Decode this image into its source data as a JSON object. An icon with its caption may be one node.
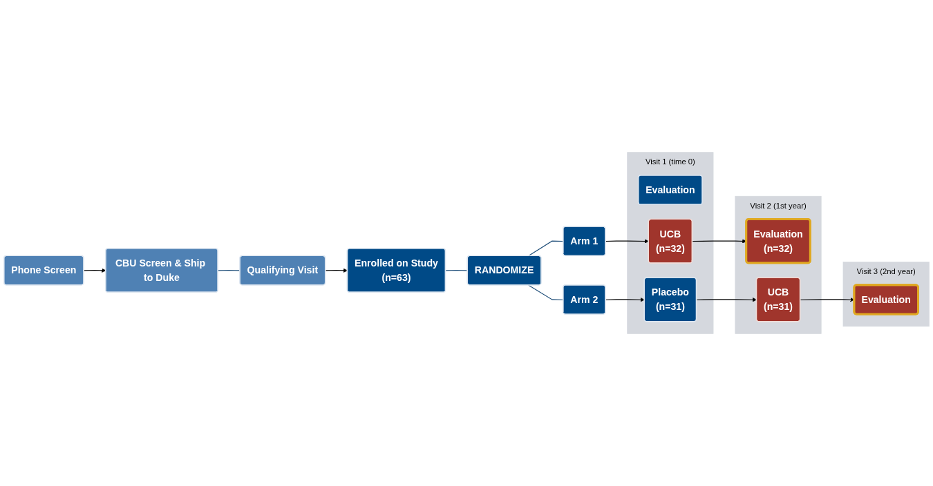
{
  "diagram": {
    "nodes": [
      {
        "text": [
          "Phone Screen"
        ]
      },
      {
        "text": [
          "CBU Screen & Ship to Duke"
        ]
      },
      {
        "text": [
          "Qualifying Visit"
        ]
      },
      {
        "text": [
          "Enrolled on Study",
          "(n=63)"
        ]
      },
      {
        "text": [
          "RANDOMIZE"
        ]
      },
      {
        "text": [
          "Arm 1"
        ]
      },
      {
        "text": [
          "Arm 2"
        ]
      },
      {
        "text": [
          "Visit 1 (time 0)"
        ]
      },
      {
        "text": [
          "Evaluation"
        ],
        "in": 7
      },
      {
        "text": [
          "UCB",
          "(n=32)"
        ],
        "in": 7
      },
      {
        "text": [
          "Placebo",
          "(n=31)"
        ],
        "in": 7
      },
      {
        "text": [
          "Visit 2 (1st year)"
        ]
      },
      {
        "text": [
          "Evaluation",
          "(n=32)"
        ],
        "in": 11
      },
      {
        "text": [
          "UCB",
          "(n=31)"
        ],
        "in": 11
      },
      {
        "text": [
          "Visit 3 (2nd year)"
        ]
      },
      {
        "text": [
          "Evaluation"
        ],
        "in": 14
      }
    ],
    "edges": [
      {
        "from": 0,
        "to": 1,
        "arrow": "to"
      },
      {
        "from": 1,
        "to": 2,
        "arrow": "none",
        "color": "#1f4e79"
      },
      {
        "from": 2,
        "to": 3,
        "arrow": "to"
      },
      {
        "from": 3,
        "to": 4,
        "arrow": "none",
        "color": "#1f4e79"
      },
      {
        "from": 4,
        "to": 5,
        "arrow": "none",
        "color": "#1f4e79"
      },
      {
        "from": 4,
        "to": 6,
        "arrow": "none",
        "color": "#1f4e79"
      },
      {
        "from": 5,
        "to": 9,
        "arrow": "to"
      },
      {
        "from": 6,
        "to": 10,
        "arrow": "to"
      },
      {
        "from": 9,
        "to": 12,
        "arrow": "to"
      },
      {
        "from": 10,
        "to": 13,
        "arrow": "to"
      },
      {
        "from": 13,
        "to": 15,
        "arrow": "to"
      }
    ]
  }
}
